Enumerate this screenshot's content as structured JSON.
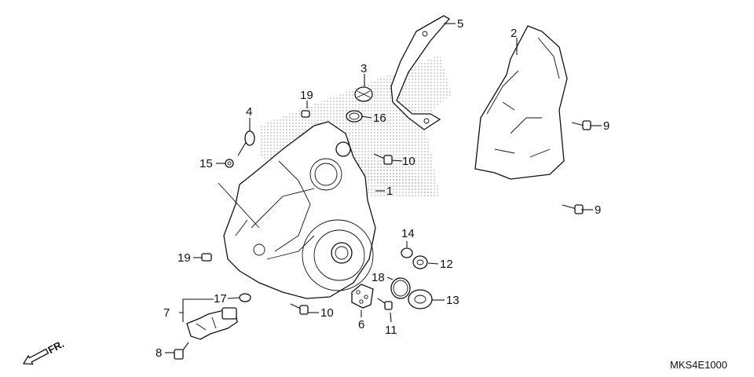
{
  "diagram": {
    "code": "MKS4E1000",
    "direction_label": "FR.",
    "callouts": [
      {
        "id": "c1",
        "text": "1"
      },
      {
        "id": "c2",
        "text": "2"
      },
      {
        "id": "c3",
        "text": "3"
      },
      {
        "id": "c4",
        "text": "4"
      },
      {
        "id": "c5",
        "text": "5"
      },
      {
        "id": "c6",
        "text": "6"
      },
      {
        "id": "c7",
        "text": "7"
      },
      {
        "id": "c8",
        "text": "8"
      },
      {
        "id": "c9a",
        "text": "9"
      },
      {
        "id": "c9b",
        "text": "9"
      },
      {
        "id": "c10a",
        "text": "10"
      },
      {
        "id": "c10b",
        "text": "10"
      },
      {
        "id": "c11",
        "text": "11"
      },
      {
        "id": "c12",
        "text": "12"
      },
      {
        "id": "c13",
        "text": "13"
      },
      {
        "id": "c14",
        "text": "14"
      },
      {
        "id": "c15",
        "text": "15"
      },
      {
        "id": "c16",
        "text": "16"
      },
      {
        "id": "c17",
        "text": "17"
      },
      {
        "id": "c18",
        "text": "18"
      },
      {
        "id": "c19a",
        "text": "19"
      },
      {
        "id": "c19b",
        "text": "19"
      }
    ]
  }
}
